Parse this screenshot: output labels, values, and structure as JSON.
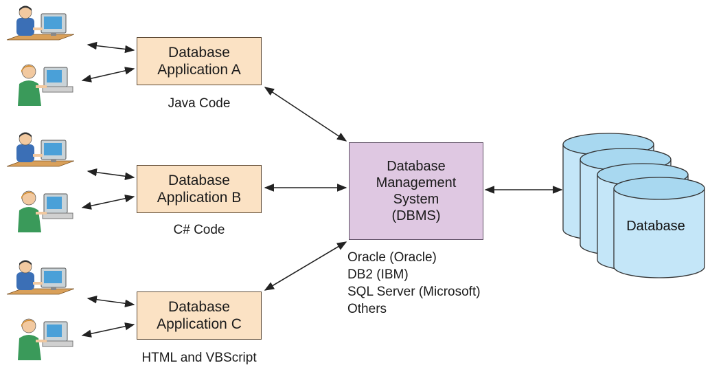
{
  "apps": [
    {
      "line1": "Database",
      "line2": "Application A",
      "code": "Java Code"
    },
    {
      "line1": "Database",
      "line2": "Application B",
      "code": "C# Code"
    },
    {
      "line1": "Database",
      "line2": "Application C",
      "code": "HTML and VBScript"
    }
  ],
  "dbms": {
    "line1": "Database",
    "line2": "Management",
    "line3": "System",
    "line4": "(DBMS)"
  },
  "vendors": [
    "Oracle (Oracle)",
    "DB2 (IBM)",
    "SQL Server (Microsoft)",
    "Others"
  ],
  "database": {
    "label": "Database"
  },
  "colors": {
    "app_fill": "#fbe2c4",
    "dbms_fill": "#dfc8e2",
    "cylinder_fill": "#c4e6f8",
    "cylinder_top": "#a8d8f0",
    "desk": "#d9a05a",
    "shirt_blue": "#3b6fb6",
    "shirt_green": "#3a9a5a"
  },
  "icons": [
    "male-user-computer-icon",
    "female-user-computer-icon",
    "database-cylinder-icon",
    "double-arrow-icon"
  ]
}
